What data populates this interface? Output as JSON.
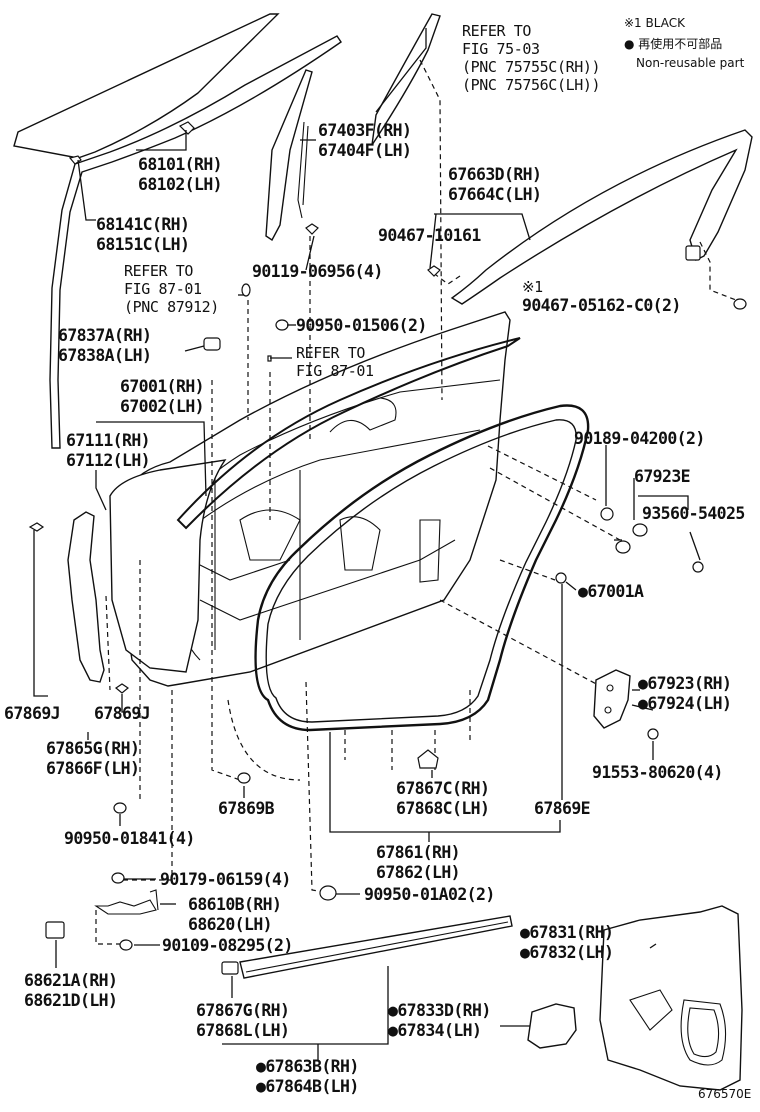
{
  "legend": {
    "note_label": "※1 BLACK",
    "bullet_text": "● 再使用不可部品",
    "bullet_english": "Non-reusable part"
  },
  "drawing_id": "676570E",
  "callouts": {
    "c1": [
      "REFER TO",
      "FIG 75-03",
      "(PNC 75755C(RH))",
      "(PNC 75756C(LH))"
    ],
    "c2": [
      "67403F(RH)",
      "67404F(LH)"
    ],
    "c3": [
      "68101(RH)",
      "68102(LH)"
    ],
    "c4": [
      "67663D(RH)",
      "67664C(LH)"
    ],
    "c5": [
      "68141C(RH)",
      "68151C(LH)"
    ],
    "c6": [
      "90467-10161"
    ],
    "c7": [
      "90119-06956(4)"
    ],
    "c8": [
      "REFER TO",
      "FIG 87-01",
      "(PNC 87912)"
    ],
    "c9": [
      "※1",
      "90467-05162-C0(2)"
    ],
    "c10": [
      "90950-01506(2)"
    ],
    "c11": [
      "67837A(RH)",
      "67838A(LH)"
    ],
    "c12": [
      "REFER TO",
      "FIG 87-01"
    ],
    "c13": [
      "67001(RH)",
      "67002(LH)"
    ],
    "c14": [
      "90189-04200(2)"
    ],
    "c15": [
      "67111(RH)",
      "67112(LH)"
    ],
    "c16": [
      "67923E"
    ],
    "c17": [
      "93560-54025"
    ],
    "c18": [
      "●67001A"
    ],
    "c19": [
      "●67923(RH)",
      "●67924(LH)"
    ],
    "c20": [
      "67869J"
    ],
    "c21": [
      "67869J"
    ],
    "c22": [
      "67865G(RH)",
      "67866F(LH)"
    ],
    "c23": [
      "91553-80620(4)"
    ],
    "c24": [
      "67867C(RH)",
      "67868C(LH)"
    ],
    "c25": [
      "67869B"
    ],
    "c26": [
      "67869E"
    ],
    "c27": [
      "90950-01841(4)"
    ],
    "c28": [
      "67861(RH)",
      "67862(LH)"
    ],
    "c29": [
      "90179-06159(4)"
    ],
    "c30": [
      "90950-01A02(2)"
    ],
    "c31": [
      "68610B(RH)",
      "68620(LH)"
    ],
    "c32": [
      "●67831(RH)",
      "●67832(LH)"
    ],
    "c33": [
      "90109-08295(2)"
    ],
    "c34": [
      "68621A(RH)",
      "68621D(LH)"
    ],
    "c35": [
      "67867G(RH)",
      "67868L(LH)"
    ],
    "c36": [
      "●67833D(RH)",
      "●67834(LH)"
    ],
    "c37": [
      "●67863B(RH)",
      "●67864B(LH)"
    ]
  }
}
